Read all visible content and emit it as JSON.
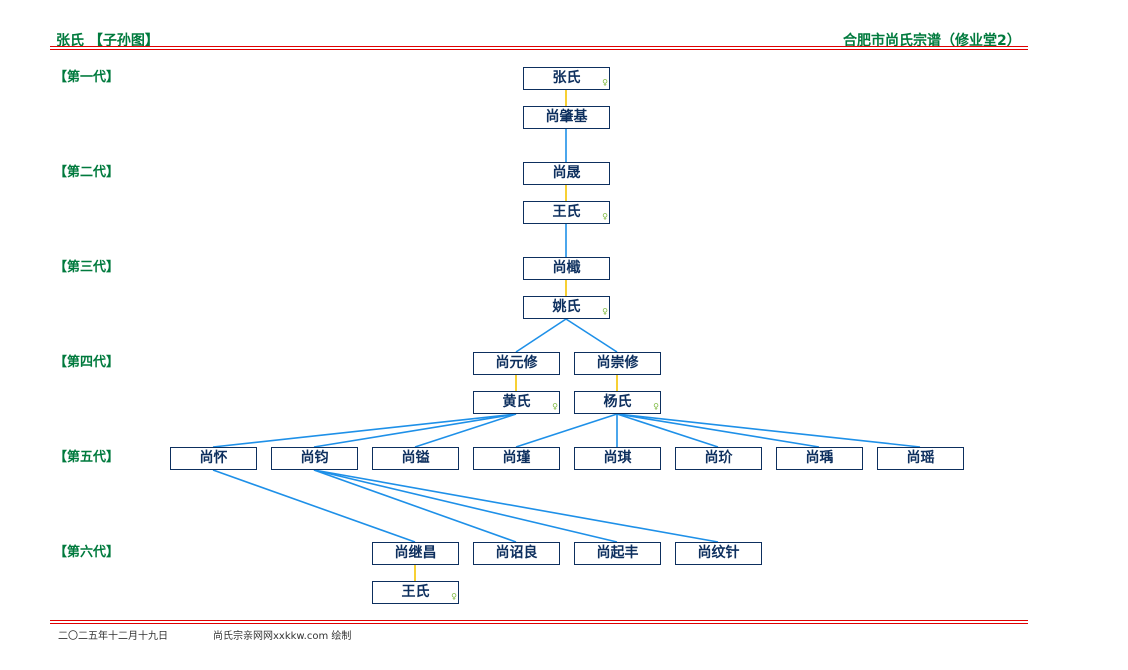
{
  "header": {
    "title": "张氏 【子孙图】",
    "right_title": "合肥市尚氏宗谱（修业堂2）"
  },
  "generations": [
    "【第一代】",
    "【第二代】",
    "【第三代】",
    "【第四代】",
    "【第五代】",
    "【第六代】"
  ],
  "female_symbol": "♀",
  "persons": [
    {
      "id": "p1",
      "name": "张氏",
      "female": true
    },
    {
      "id": "p2",
      "name": "尚肇基"
    },
    {
      "id": "p3",
      "name": "尚晟"
    },
    {
      "id": "p4",
      "name": "王氏",
      "female": true
    },
    {
      "id": "p5",
      "name": "尚檝"
    },
    {
      "id": "p6",
      "name": "姚氏",
      "female": true
    },
    {
      "id": "p7",
      "name": "尚元修"
    },
    {
      "id": "p8",
      "name": "尚崇修"
    },
    {
      "id": "p9",
      "name": "黄氏",
      "female": true
    },
    {
      "id": "p10",
      "name": "杨氏",
      "female": true
    },
    {
      "id": "p11",
      "name": "尚怀"
    },
    {
      "id": "p12",
      "name": "尚钧"
    },
    {
      "id": "p13",
      "name": "尚镒"
    },
    {
      "id": "p14",
      "name": "尚瑾"
    },
    {
      "id": "p15",
      "name": "尚琪"
    },
    {
      "id": "p16",
      "name": "尚玠"
    },
    {
      "id": "p17",
      "name": "尚瑀"
    },
    {
      "id": "p18",
      "name": "尚瑶"
    },
    {
      "id": "p19",
      "name": "尚继昌"
    },
    {
      "id": "p20",
      "name": "尚诏良"
    },
    {
      "id": "p21",
      "name": "尚起丰"
    },
    {
      "id": "p22",
      "name": "尚纹针"
    },
    {
      "id": "p23",
      "name": "王氏",
      "female": true
    }
  ],
  "marriages": [
    [
      "p1",
      "p2"
    ],
    [
      "p3",
      "p4"
    ],
    [
      "p5",
      "p6"
    ],
    [
      "p7",
      "p9"
    ],
    [
      "p8",
      "p10"
    ],
    [
      "p19",
      "p23"
    ]
  ],
  "descents": [
    [
      "p2",
      "p3"
    ],
    [
      "p4",
      "p5"
    ],
    [
      "p6",
      "p7"
    ],
    [
      "p6",
      "p8"
    ],
    [
      "p9",
      "p11"
    ],
    [
      "p9",
      "p12"
    ],
    [
      "p9",
      "p13"
    ],
    [
      "p10",
      "p14"
    ],
    [
      "p10",
      "p15"
    ],
    [
      "p10",
      "p16"
    ],
    [
      "p10",
      "p17"
    ],
    [
      "p10",
      "p18"
    ],
    [
      "p11",
      "p19"
    ],
    [
      "p12",
      "p20"
    ],
    [
      "p12",
      "p21"
    ],
    [
      "p12",
      "p22"
    ]
  ],
  "colors": {
    "marriage": "#f5c400",
    "descent": "#1e90e8"
  },
  "footer": {
    "date": "二〇二五年十二月十九日",
    "credit": "尚氏宗亲网网xxkkw.com 绘制"
  }
}
